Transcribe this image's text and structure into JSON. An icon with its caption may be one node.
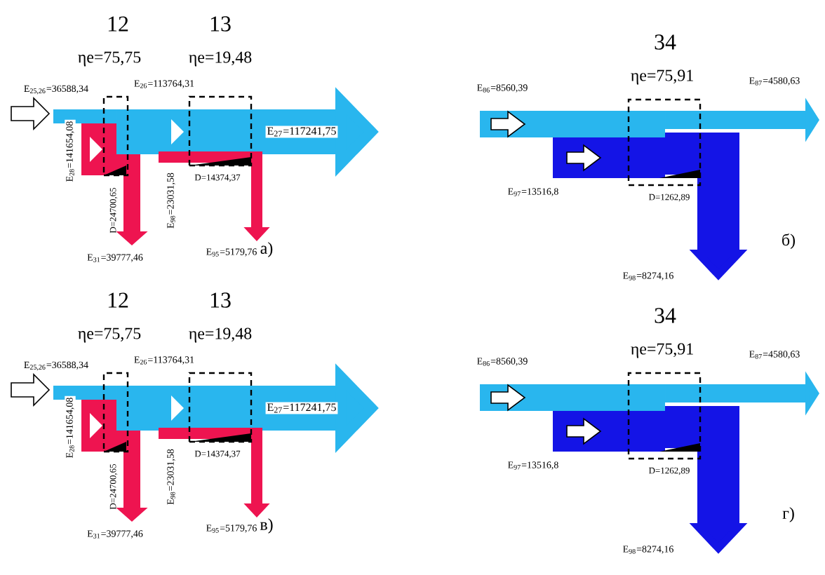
{
  "diagram": {
    "nodes": [
      {
        "text": [
          "12",
          "ηe=75,75"
        ],
        "beside": [
          "D=24700,65"
        ]
      },
      {
        "text": [
          "13",
          "ηe=19,48"
        ],
        "beside": [
          "D=14374,37"
        ]
      },
      {
        "text": [
          "34",
          "ηe=75,91"
        ],
        "beside": [
          "D=1262,89"
        ]
      },
      {
        "text": [
          "12",
          "ηe=75,75"
        ],
        "beside": [
          "D=24700,65"
        ]
      },
      {
        "text": [
          "13",
          "ηe=19,48"
        ],
        "beside": [
          "D=14374,37"
        ]
      },
      {
        "text": [
          "34",
          "ηe=75,91"
        ],
        "beside": [
          "D=1262,89"
        ]
      }
    ],
    "labels": [
      "E$_{25,26}$=36588,34",
      "E$_{26}$=113764,31",
      "E$_{27}$=117241,75",
      "E$_{28}$=141654,08",
      "E$_{98}$=23031,58",
      "E$_{95}$=5179,76",
      "E$_{31}$=39777,46",
      "а)",
      "E$_{86}$=8560,39",
      "E$_{87}$=4580,63",
      "E$_{97}$=13516,8",
      "E$_{98}$=8274,16",
      "б)",
      "E$_{25,26}$=36588,34",
      "E$_{26}$=113764,31",
      "E$_{27}$=117241,75",
      "E$_{28}$=141654,08",
      "E$_{98}$=23031,58",
      "E$_{95}$=5179,76",
      "E$_{31}$=39777,46",
      "в)",
      "E$_{86}$=8560,39",
      "E$_{87}$=4580,63",
      "E$_{97}$=13516,8",
      "E$_{98}$=8274,16",
      "г)"
    ]
  }
}
